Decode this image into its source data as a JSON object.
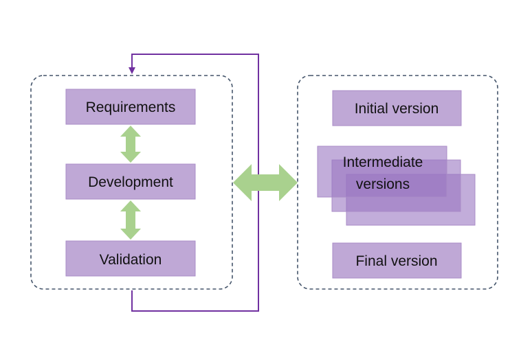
{
  "colors": {
    "box_fill": "#bfa8d6",
    "box_stroke": "#a98bc7",
    "stack_fill": "#9a77c2",
    "arrow_green": "#a9d18e",
    "loop_line": "#7030a0",
    "dashed_border": "#44546a"
  },
  "process": {
    "steps": [
      "Requirements",
      "Development",
      "Validation"
    ]
  },
  "versions": {
    "initial": "Initial version",
    "intermediate_line1": "Intermediate",
    "intermediate_line2": "versions",
    "final": "Final version"
  }
}
